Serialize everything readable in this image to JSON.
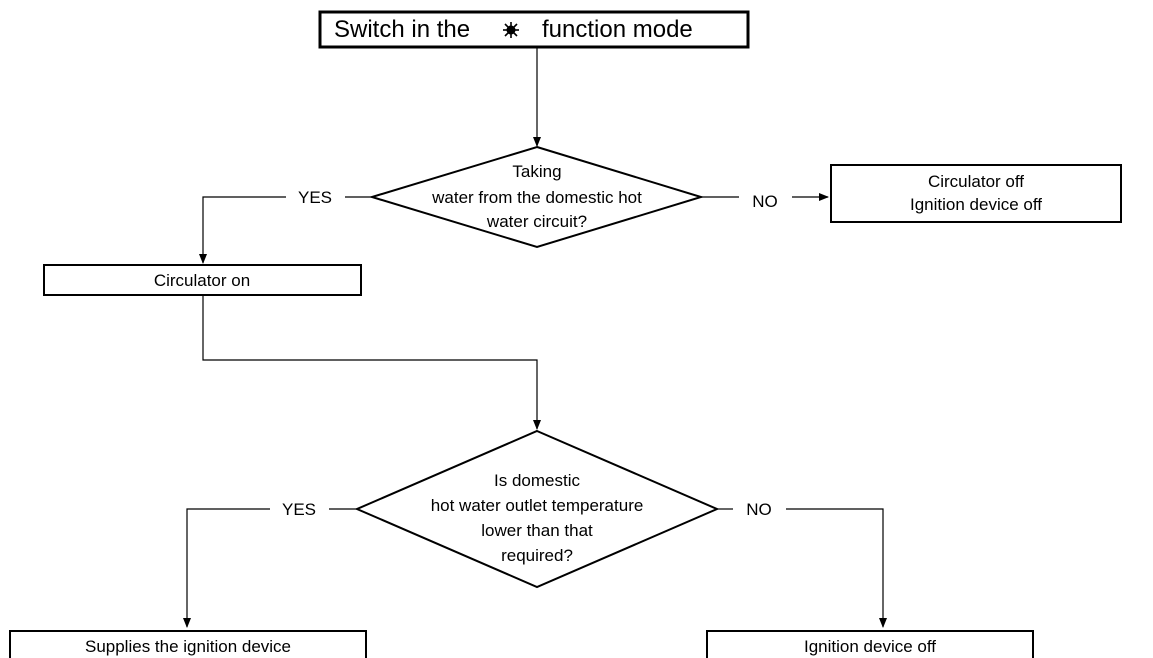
{
  "start": {
    "text_before": "Switch in the",
    "icon": "sun-icon",
    "text_after": "function mode"
  },
  "decision1": {
    "lines": [
      "Taking",
      "water from the domestic hot",
      "water circuit?"
    ],
    "yes_label": "YES",
    "no_label": "NO"
  },
  "box_circulator_off": {
    "lines": [
      "Circulator off",
      "Ignition device off"
    ]
  },
  "box_circulator_on": {
    "text": "Circulator on"
  },
  "decision2": {
    "lines": [
      "Is domestic",
      "hot water outlet temperature",
      "lower than that",
      "required?"
    ],
    "yes_label": "YES",
    "no_label": "NO"
  },
  "box_supplies": {
    "text": "Supplies the ignition device"
  },
  "box_ignition_off": {
    "text": "Ignition device off"
  }
}
